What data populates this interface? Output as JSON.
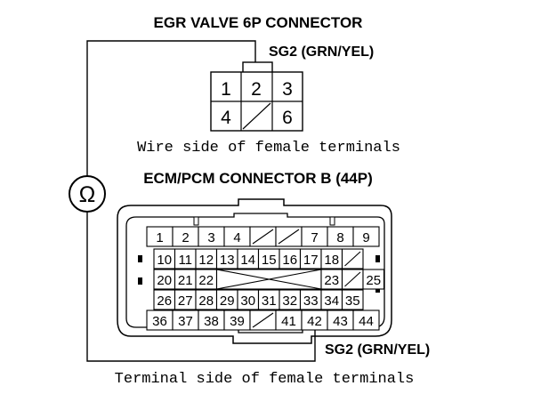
{
  "egr": {
    "title": "EGR VALVE 6P CONNECTOR",
    "signal_label": "SG2 (GRN/YEL)",
    "pins_row1": [
      "1",
      "2",
      "3"
    ],
    "pins_row2": [
      "4",
      "",
      "6"
    ],
    "side_caption": "Wire side of female terminals"
  },
  "ohmmeter": {
    "symbol": "Ω"
  },
  "ecm": {
    "title": "ECM/PCM CONNECTOR B (44P)",
    "signal_label": "SG2 (GRN/YEL)",
    "side_caption": "Terminal side of female terminals",
    "row1": [
      "1",
      "2",
      "3",
      "4",
      "",
      "",
      "7",
      "8",
      "9"
    ],
    "row2": [
      "10",
      "11",
      "12",
      "13",
      "14",
      "15",
      "16",
      "17",
      "18",
      ""
    ],
    "row3_left": [
      "20",
      "21",
      "22"
    ],
    "row3_right": [
      "23",
      "",
      "25"
    ],
    "row4": [
      "26",
      "27",
      "28",
      "29",
      "30",
      "31",
      "32",
      "33",
      "34",
      "35"
    ],
    "row5": [
      "36",
      "37",
      "38",
      "39",
      "",
      "41",
      "42",
      "43",
      "44"
    ]
  }
}
